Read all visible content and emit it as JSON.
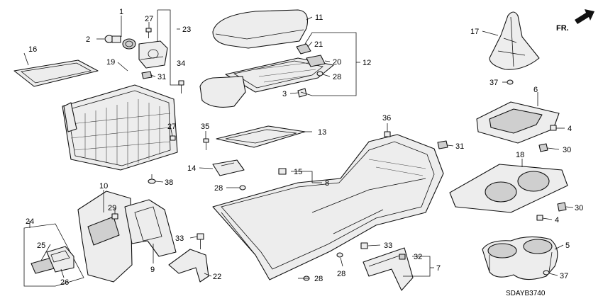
{
  "diagram": {
    "code": "SDAYB3740",
    "direction_label": "FR.",
    "callouts": {
      "c1": "1",
      "c2": "2",
      "c3": "3",
      "c4a": "4",
      "c4b": "4",
      "c5": "5",
      "c6": "6",
      "c7": "7",
      "c8": "8",
      "c9": "9",
      "c10": "10",
      "c11": "11",
      "c12": "12",
      "c13": "13",
      "c14": "14",
      "c15": "15",
      "c16": "16",
      "c17": "17",
      "c18": "18",
      "c19": "19",
      "c20": "20",
      "c21": "21",
      "c22": "22",
      "c23": "23",
      "c24": "24",
      "c25": "25",
      "c26": "26",
      "c27a": "27",
      "c27b": "27",
      "c28a": "28",
      "c28b": "28",
      "c28c": "28",
      "c28d": "28",
      "c29": "29",
      "c30a": "30",
      "c30b": "30",
      "c31a": "31",
      "c31b": "31",
      "c32": "32",
      "c33a": "33",
      "c33b": "33",
      "c34": "34",
      "c35": "35",
      "c36": "36",
      "c37a": "37",
      "c37b": "37",
      "c38": "38"
    }
  }
}
